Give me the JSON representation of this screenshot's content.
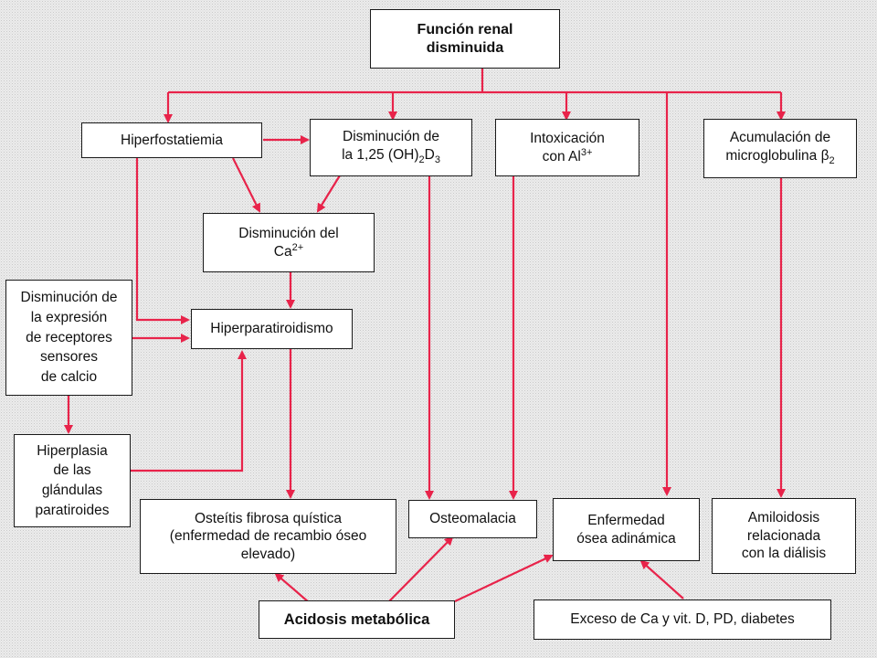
{
  "nodes": {
    "funcion_renal": "Función renal\ndisminuida",
    "hiperfosfatiemia": "Hiperfostatiemia",
    "dism_vitd_1": "Disminución de",
    "dism_vitd_2a": "la 1,25 (OH)",
    "dism_vitd_sub1": "2",
    "dism_vitd_2b": "D",
    "dism_vitd_sub2": "3",
    "intox_1": "Intoxicación",
    "intox_2": "con Al",
    "intox_sup": "3+",
    "acum_1": "Acumulación de",
    "acum_2": "microglobulina β",
    "acum_sub": "2",
    "dism_ca_1": "Disminución del",
    "dism_ca_2": "Ca",
    "dism_ca_sup": "2+",
    "dism_expresion": "Disminución de\nla expresión\nde receptores\nsensores\nde calcio",
    "hiperparatiroidismo": "Hiperparatiroidismo",
    "hiperplasia": "Hiperplasia\nde las\nglándulas\nparatiroides",
    "osteitis": "Osteítis fibrosa quística\n(enfermedad de recambio óseo\nelevado)",
    "osteomalacia": "Osteomalacia",
    "enfermedad_adinamica": "Enfermedad\nósea adinámica",
    "amiloidosis": "Amiloidosis\nrelacionada\ncon la diálisis",
    "acidosis": "Acidosis metabólica",
    "exceso": "Exceso de Ca y vit. D, PD, diabetes"
  },
  "colors": {
    "arrow": "#e8234a",
    "box_border": "#1a1a1a",
    "box_fill": "#ffffff",
    "background": "#ededed"
  }
}
